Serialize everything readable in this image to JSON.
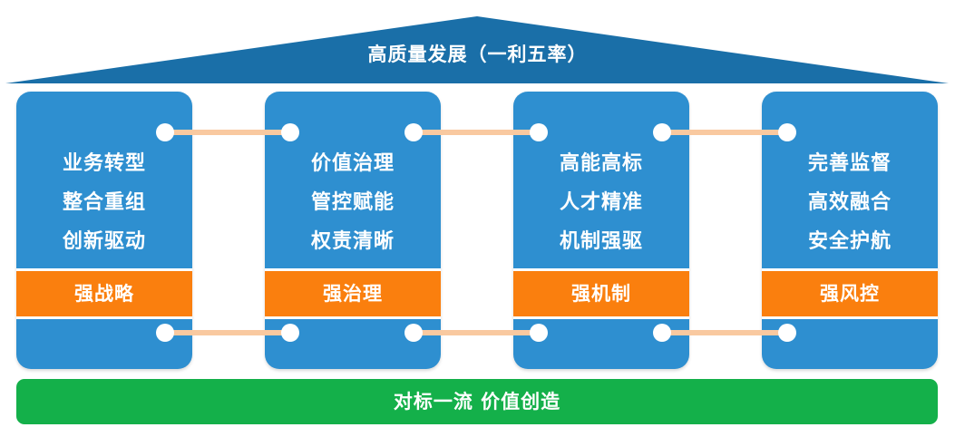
{
  "roof": {
    "title": "高质量发展（一利五率）"
  },
  "pillars": [
    {
      "lines": [
        "业务转型",
        "整合重组",
        "创新驱动"
      ],
      "band": "强战略"
    },
    {
      "lines": [
        "价值治理",
        "管控赋能",
        "权责清晰"
      ],
      "band": "强治理"
    },
    {
      "lines": [
        "高能高标",
        "人才精准",
        "机制强驱"
      ],
      "band": "强机制"
    },
    {
      "lines": [
        "完善监督",
        "高效融合",
        "安全护航"
      ],
      "band": "强风控"
    }
  ],
  "base": {
    "title": "对标一流  价值创造"
  },
  "colors": {
    "roof": "#1a6fa8",
    "pillar": "#2e8fd0",
    "band": "#fa7f0e",
    "base": "#14b04a",
    "connector": "#f9c9a0"
  }
}
